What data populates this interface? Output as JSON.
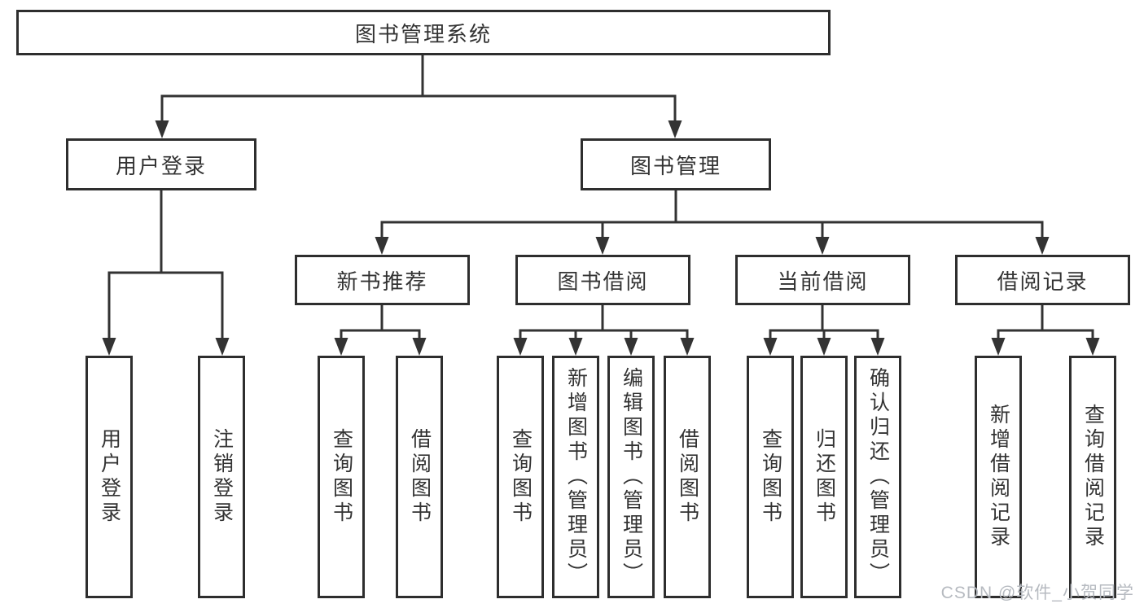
{
  "tree": {
    "root": {
      "label": "图书管理系统"
    },
    "user_branch": {
      "label": "用户登录",
      "children": [
        {
          "label": "用户登录"
        },
        {
          "label": "注销登录"
        }
      ]
    },
    "management_branch": {
      "label": "图书管理",
      "groups": [
        {
          "label": "新书推荐",
          "children": [
            {
              "label": "查询图书"
            },
            {
              "label": "借阅图书"
            }
          ]
        },
        {
          "label": "图书借阅",
          "children": [
            {
              "label": "查询图书"
            },
            {
              "label": "新增图书（管理员）"
            },
            {
              "label": "编辑图书（管理员）"
            },
            {
              "label": "借阅图书"
            }
          ]
        },
        {
          "label": "当前借阅",
          "children": [
            {
              "label": "查询图书"
            },
            {
              "label": "归还图书"
            },
            {
              "label": "确认归还（管理员）"
            }
          ]
        },
        {
          "label": "借阅记录",
          "children": [
            {
              "label": "新增借阅记录"
            },
            {
              "label": "查询借阅记录"
            }
          ]
        }
      ]
    }
  },
  "watermark": {
    "text": "CSDN @软件_小贺同学"
  },
  "colors": {
    "line": "#333333",
    "box_border": "#2e2e2e",
    "text": "#333333",
    "background": "#ffffff",
    "watermark": "#b6bac0"
  }
}
